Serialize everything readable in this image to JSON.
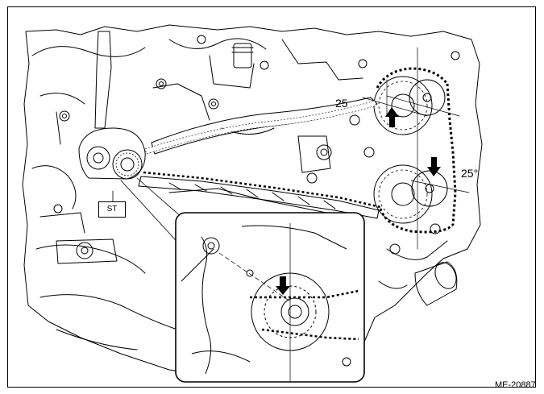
{
  "figure": {
    "angle_left": "25",
    "angle_right": "25°",
    "tool_label": "ST",
    "figure_code": "ME-20887"
  },
  "colors": {
    "line": "#000000",
    "arrow": "#000000",
    "background": "#ffffff"
  },
  "icons": {
    "arrow_up": "arrow-up-icon",
    "arrow_down": "arrow-down-icon"
  }
}
